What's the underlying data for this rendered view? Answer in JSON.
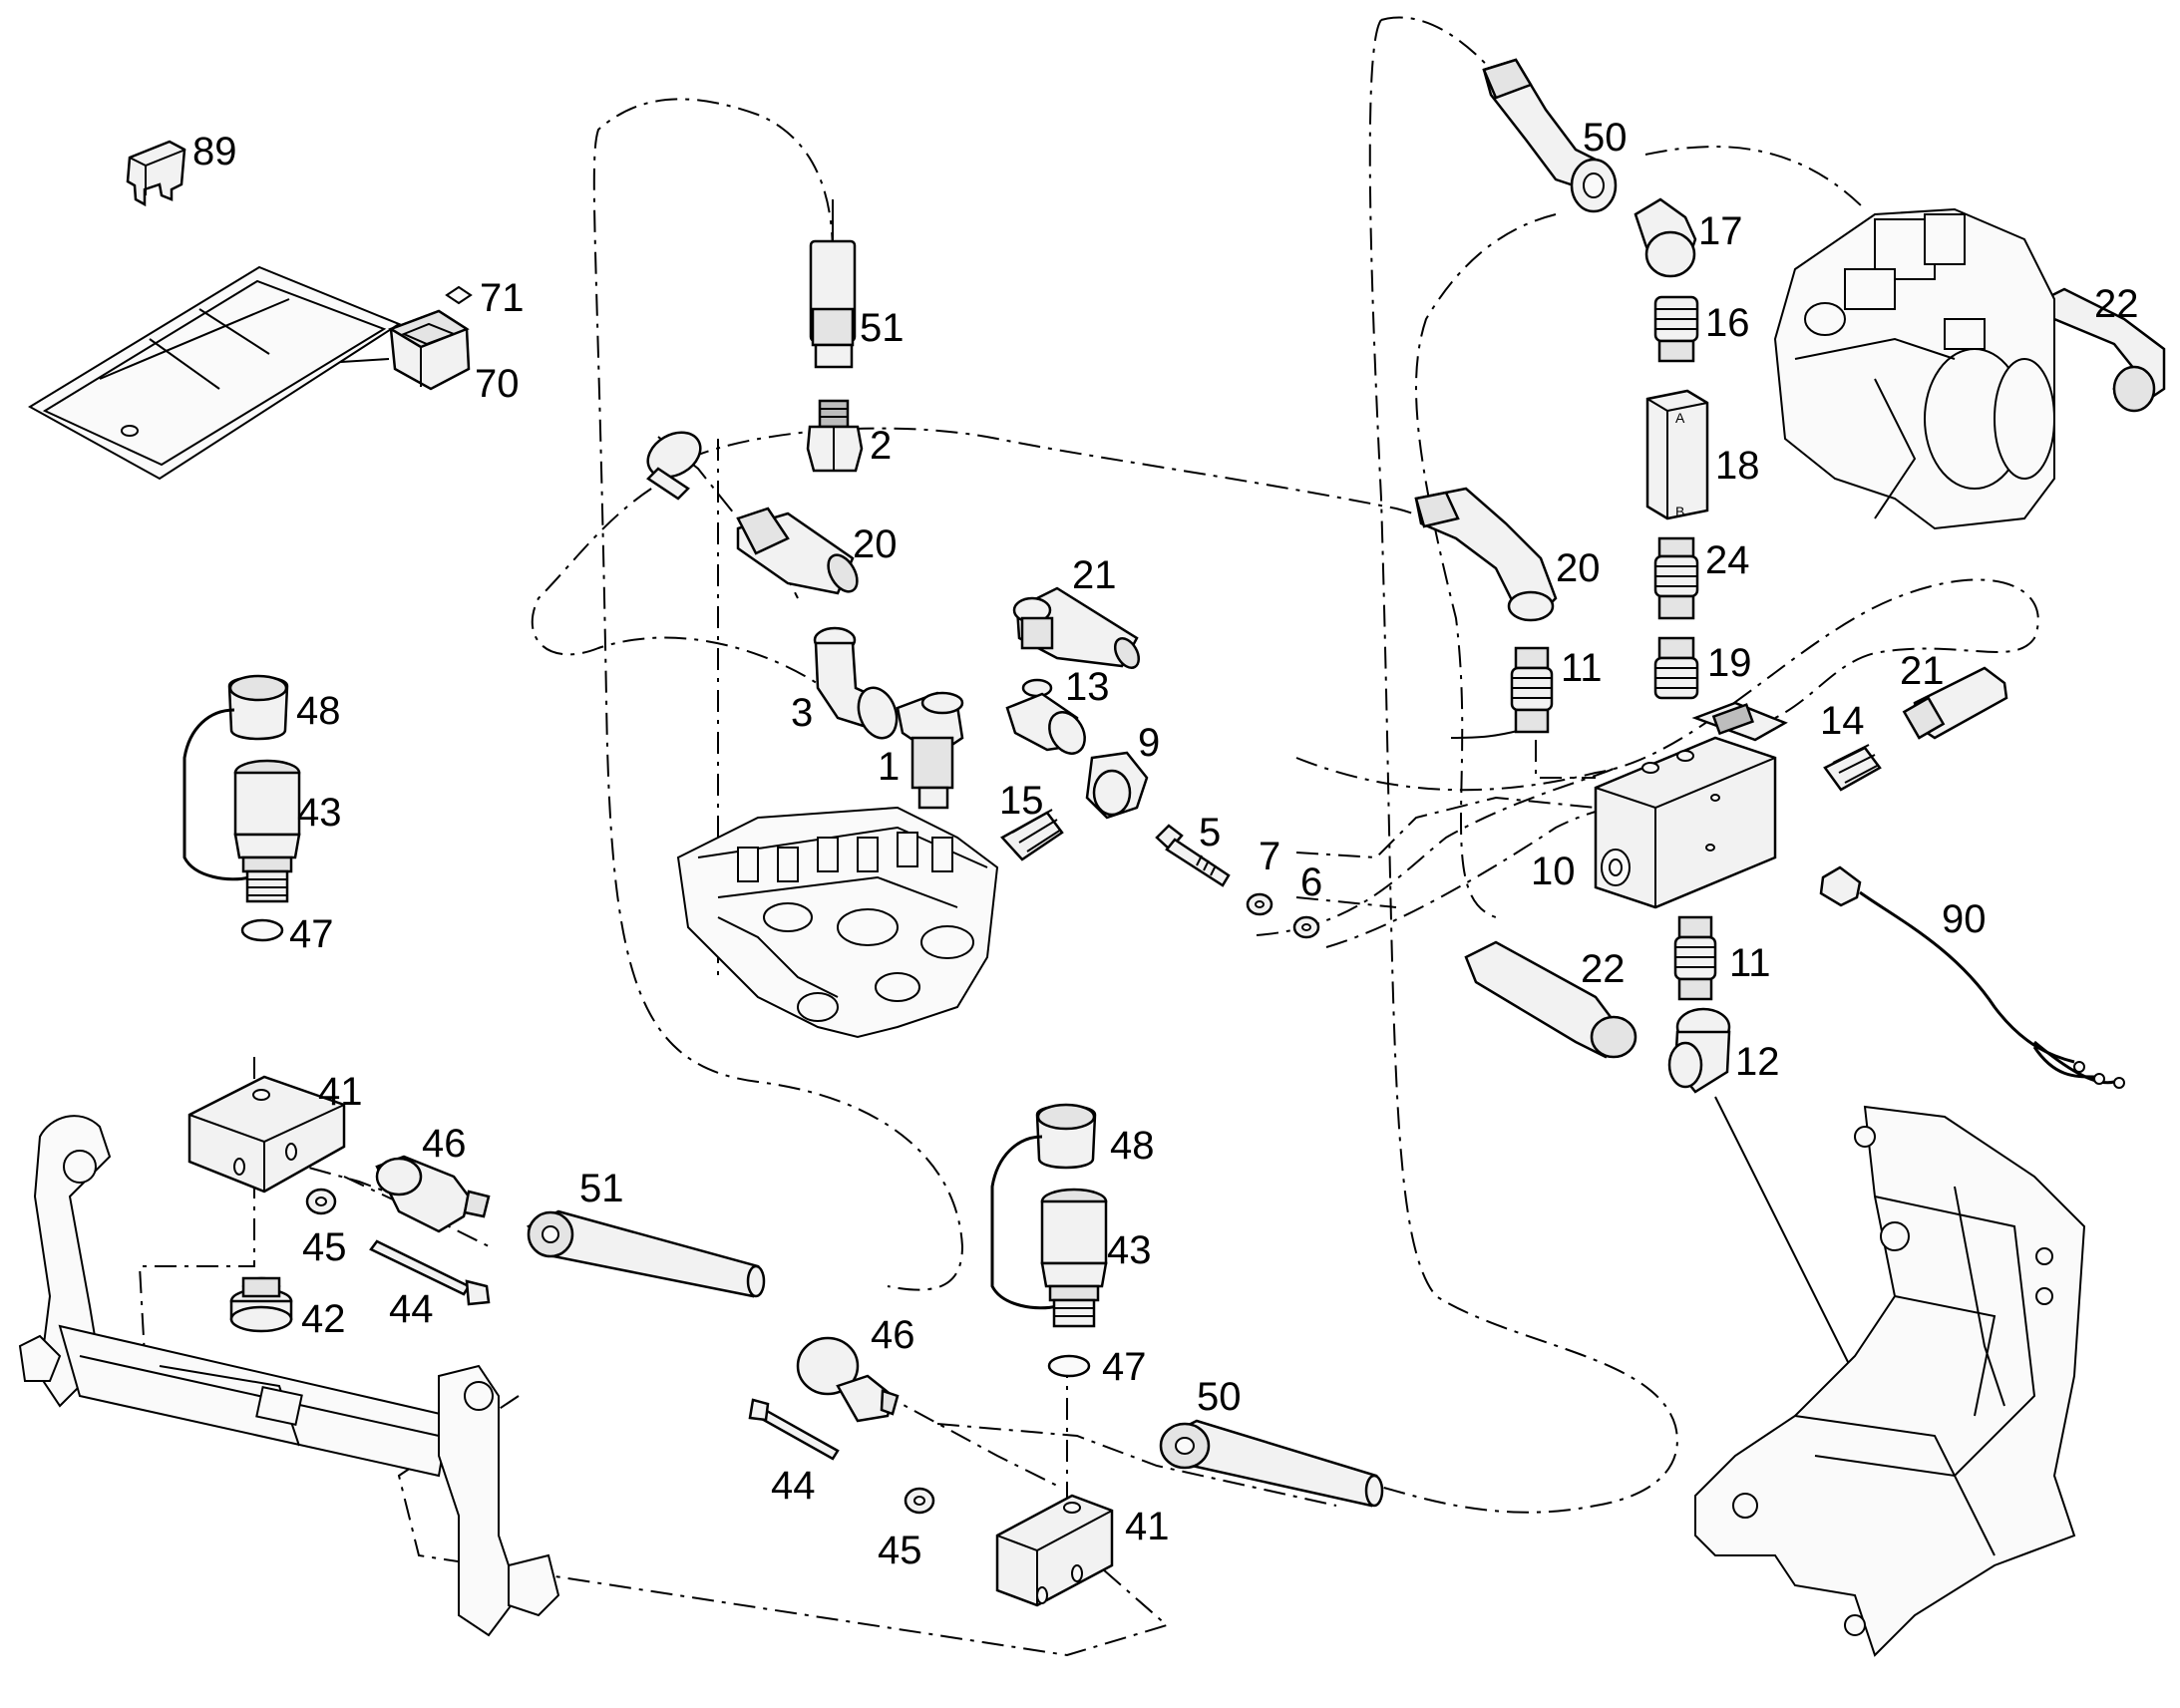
{
  "labels": {
    "p89": "89",
    "p71": "71",
    "p70": "70",
    "p51a": "51",
    "p2": "2",
    "p20a": "20",
    "p3": "3",
    "p1": "1",
    "p21a": "21",
    "p13": "13",
    "p9": "9",
    "p15": "15",
    "p5": "5",
    "p7": "7",
    "p6": "6",
    "p50a": "50",
    "p17": "17",
    "p16": "16",
    "p18": "18",
    "p24": "24",
    "p19": "19",
    "p20b": "20",
    "p11a": "11",
    "p22a": "22",
    "p14": "14",
    "p21b": "21",
    "p10": "10",
    "p11b": "11",
    "p12": "12",
    "p22b": "22",
    "p90": "90",
    "p48a": "48",
    "p43a": "43",
    "p47a": "47",
    "p41a": "41",
    "p46a": "46",
    "p51b": "51",
    "p45a": "45",
    "p44a": "44",
    "p42": "42",
    "p48b": "48",
    "p43b": "43",
    "p47b": "47",
    "p46b": "46",
    "p50b": "50",
    "p44b": "44",
    "p45b": "45",
    "p41b": "41"
  },
  "valve_marks": {
    "top": "A",
    "bottom": "B"
  }
}
